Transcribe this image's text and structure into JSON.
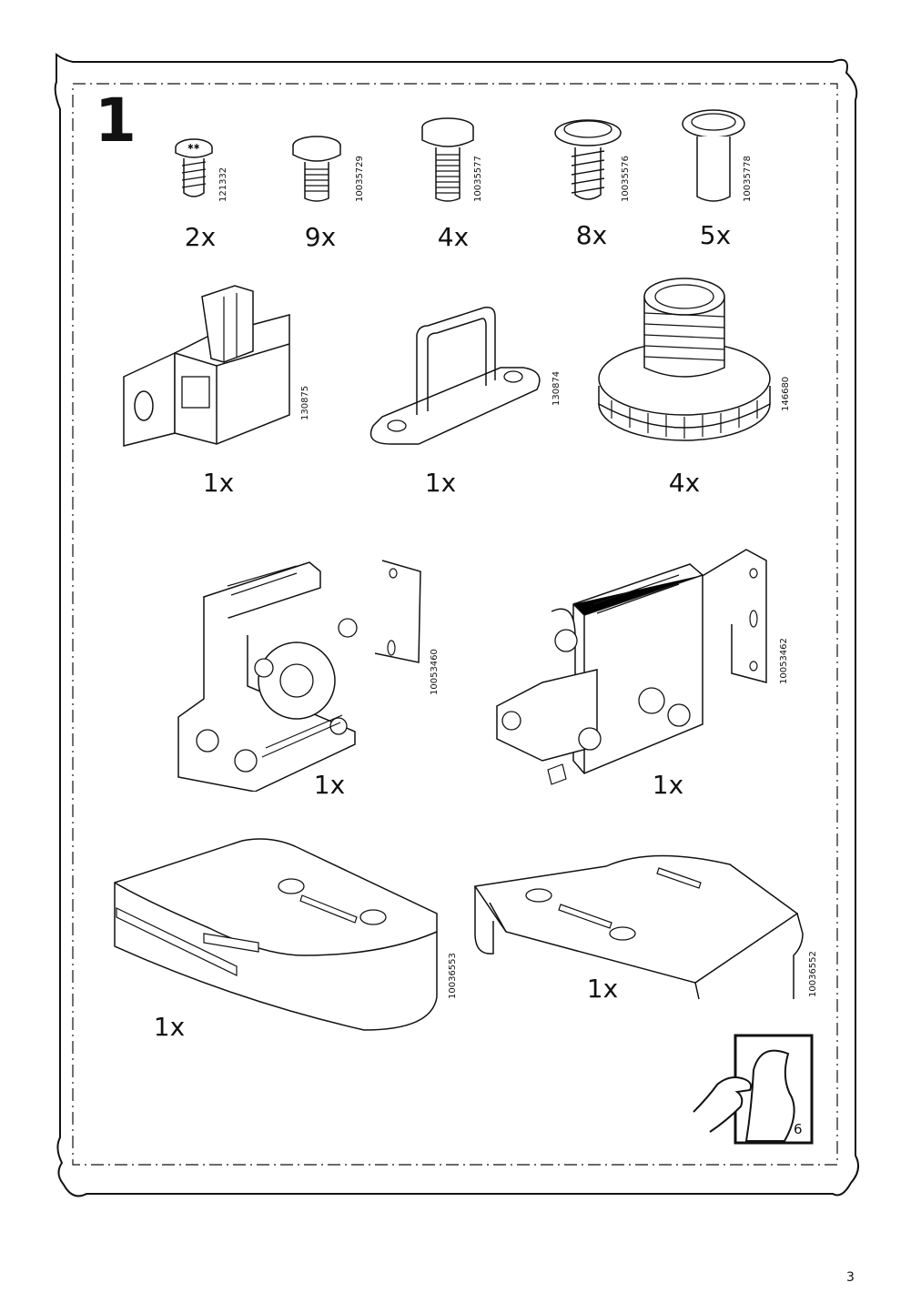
{
  "step": "1",
  "parts": [
    {
      "qty": "2x",
      "code": "121332"
    },
    {
      "qty": "9x",
      "code": "10035729"
    },
    {
      "qty": "4x",
      "code": "10035577"
    },
    {
      "qty": "8x",
      "code": "10035576"
    },
    {
      "qty": "5x",
      "code": "10035778"
    },
    {
      "qty": "1x",
      "code": "130875"
    },
    {
      "qty": "1x",
      "code": "130874"
    },
    {
      "qty": "4x",
      "code": "146680"
    },
    {
      "qty": "1x",
      "code": "10053460"
    },
    {
      "qty": "1x",
      "code": "10053462"
    },
    {
      "qty": "1x",
      "code": "10036553"
    },
    {
      "qty": "1x",
      "code": "10036552"
    }
  ],
  "turn_page_ref": "6",
  "page_number": "3",
  "icons": [
    "turn-page-icon"
  ]
}
